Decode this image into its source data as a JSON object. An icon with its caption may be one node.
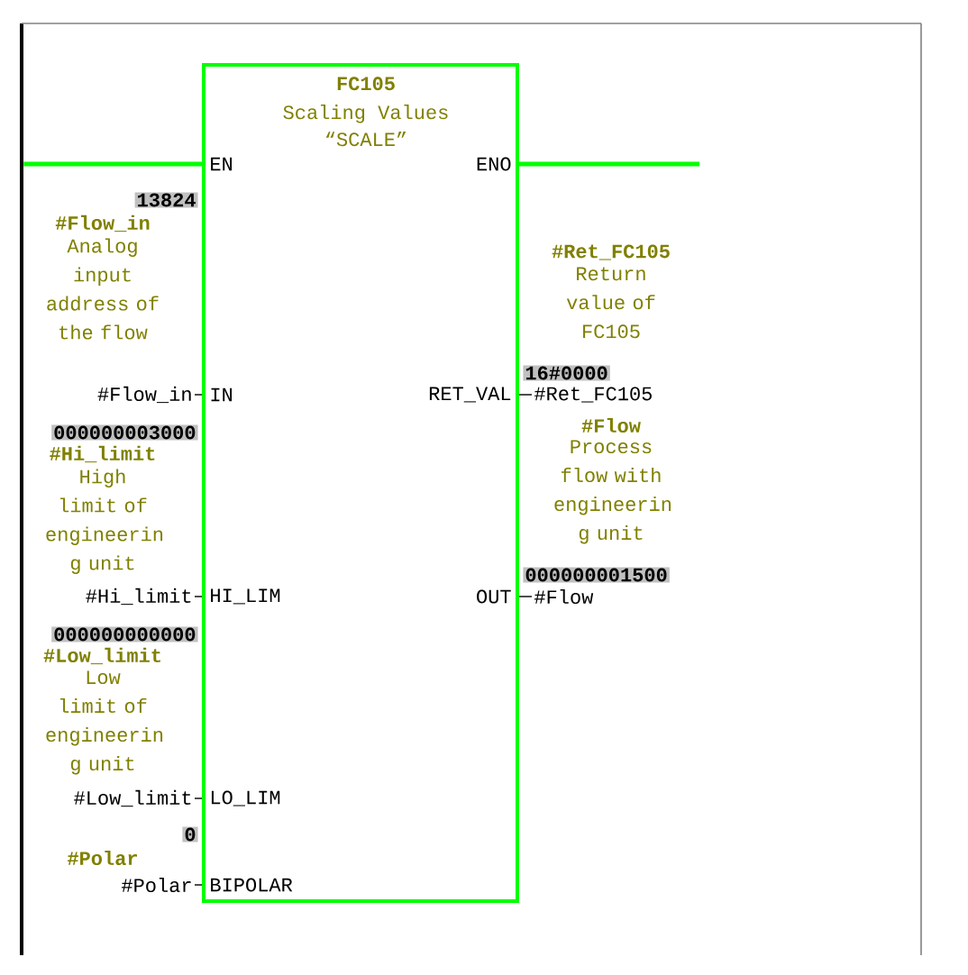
{
  "diagram": {
    "nodes": [
      {
        "text": [
          "FC105",
          "Scaling Values",
          "“SCALE”"
        ]
      },
      {
        "text": [
          "#Flow_in"
        ],
        "beside": [
          "13824",
          "#Flow_in",
          "Analog input address of the flow"
        ]
      },
      {
        "text": [
          "#Hi_limit"
        ],
        "beside": [
          "000000003000",
          "#Hi_limit",
          "High limit of engineerin g unit"
        ]
      },
      {
        "text": [
          "#Low_limit"
        ],
        "beside": [
          "000000000000",
          "#Low_limit",
          "Low limit of engineerin g unit"
        ]
      },
      {
        "text": [
          "#Polar"
        ],
        "beside": [
          "#Polar"
        ]
      },
      {
        "text": [
          "#Ret_FC105"
        ],
        "beside": [
          "#Ret_FC105",
          "Return value of FC105",
          "16#0000"
        ]
      },
      {
        "text": [
          "#Flow"
        ],
        "beside": [
          "#Flow",
          "Process flow with engineerin g unit",
          "000000001500"
        ]
      },
      {
        "text": [],
        "shape": "bar"
      }
    ],
    "edges": [
      {
        "from": 7,
        "to": 0,
        "arrow": "none",
        "style": "thick",
        "color": "#00ff00"
      },
      {
        "from": 0,
        "to": null,
        "arrow": "none",
        "style": "thick",
        "color": "#00ff00"
      },
      {
        "from": 1,
        "to": 0,
        "arrow": "none"
      },
      {
        "from": 2,
        "to": 0,
        "arrow": "none"
      },
      {
        "from": 3,
        "to": 0,
        "arrow": "none"
      },
      {
        "from": 4,
        "to": 0,
        "arrow": "none"
      },
      {
        "from": 0,
        "to": 5,
        "arrow": "none"
      },
      {
        "from": 0,
        "to": 6,
        "arrow": "none"
      }
    ],
    "labels": [
      "EN",
      "ENO",
      "IN",
      "RET_VAL",
      "HI_LIM",
      "OUT",
      "LO_LIM",
      "BIPOLAR",
      "0"
    ]
  }
}
